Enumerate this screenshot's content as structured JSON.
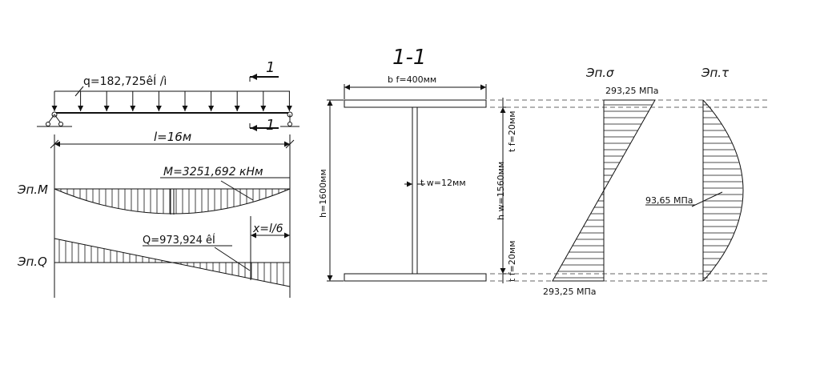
{
  "beam": {
    "load_label": "q=182,725êÍ /ì",
    "span_label": "l=16м",
    "section_mark": "1"
  },
  "moment": {
    "diagram_label": "Эп.M",
    "value_label": "M=3251,692  кНм"
  },
  "shear": {
    "diagram_label": "Эп.Q",
    "value_label": "Q=973,924  êÍ",
    "x_label": "x=l/6"
  },
  "section": {
    "title": "1-1",
    "bf_label": "b f=400мм",
    "h_label": "h=1600мм",
    "hw_label": "h w=1560мм",
    "tw_label": "t w=12мм",
    "tf_top_label": "t f=20мм",
    "tf_bottom_label": "t f=20мм"
  },
  "sigma": {
    "diagram_label": "Эп.σ",
    "top_value": "293,25  МПа",
    "bottom_value": "293,25  МПа"
  },
  "tau": {
    "diagram_label": "Эп.τ",
    "mid_value": "93,65  МПа"
  }
}
